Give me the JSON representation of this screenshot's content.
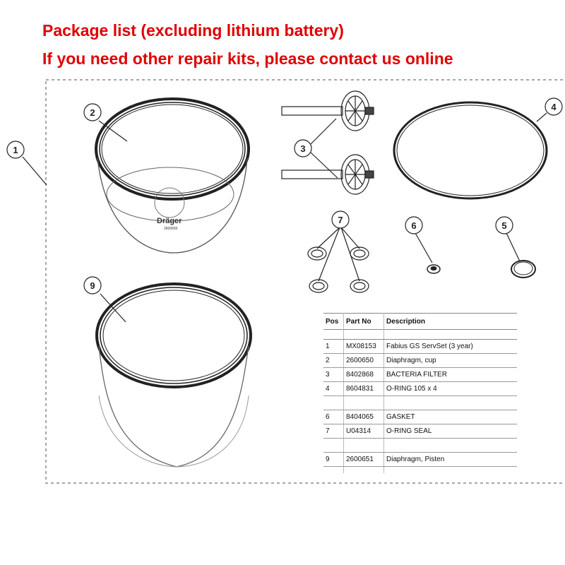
{
  "header": {
    "line1": "Package list (excluding lithium battery)",
    "line2": "If you need other repair kits, please contact us online"
  },
  "callouts": [
    "1",
    "2",
    "3",
    "4",
    "5",
    "6",
    "7",
    "9"
  ],
  "cup": {
    "brand": "Dräger",
    "code": "2600650"
  },
  "table": {
    "headers": [
      "Pos",
      "Part No",
      "Description"
    ],
    "rows": [
      {
        "pos": "1",
        "part": "MX08153",
        "desc": "Fabius GS ServSet (3 year)"
      },
      {
        "pos": "2",
        "part": "2600650",
        "desc": "Diaphragm, cup"
      },
      {
        "pos": "3",
        "part": "8402868",
        "desc": "BACTERIA FILTER"
      },
      {
        "pos": "4",
        "part": "8604831",
        "desc": "O-RING 105 x 4"
      },
      {
        "pos": "",
        "part": "",
        "desc": ""
      },
      {
        "pos": "6",
        "part": "8404065",
        "desc": "GASKET"
      },
      {
        "pos": "7",
        "part": "U04314",
        "desc": "O-RING SEAL"
      },
      {
        "pos": "",
        "part": "",
        "desc": ""
      },
      {
        "pos": "9",
        "part": "2600651",
        "desc": "Diaphragm, Pisten"
      }
    ]
  }
}
